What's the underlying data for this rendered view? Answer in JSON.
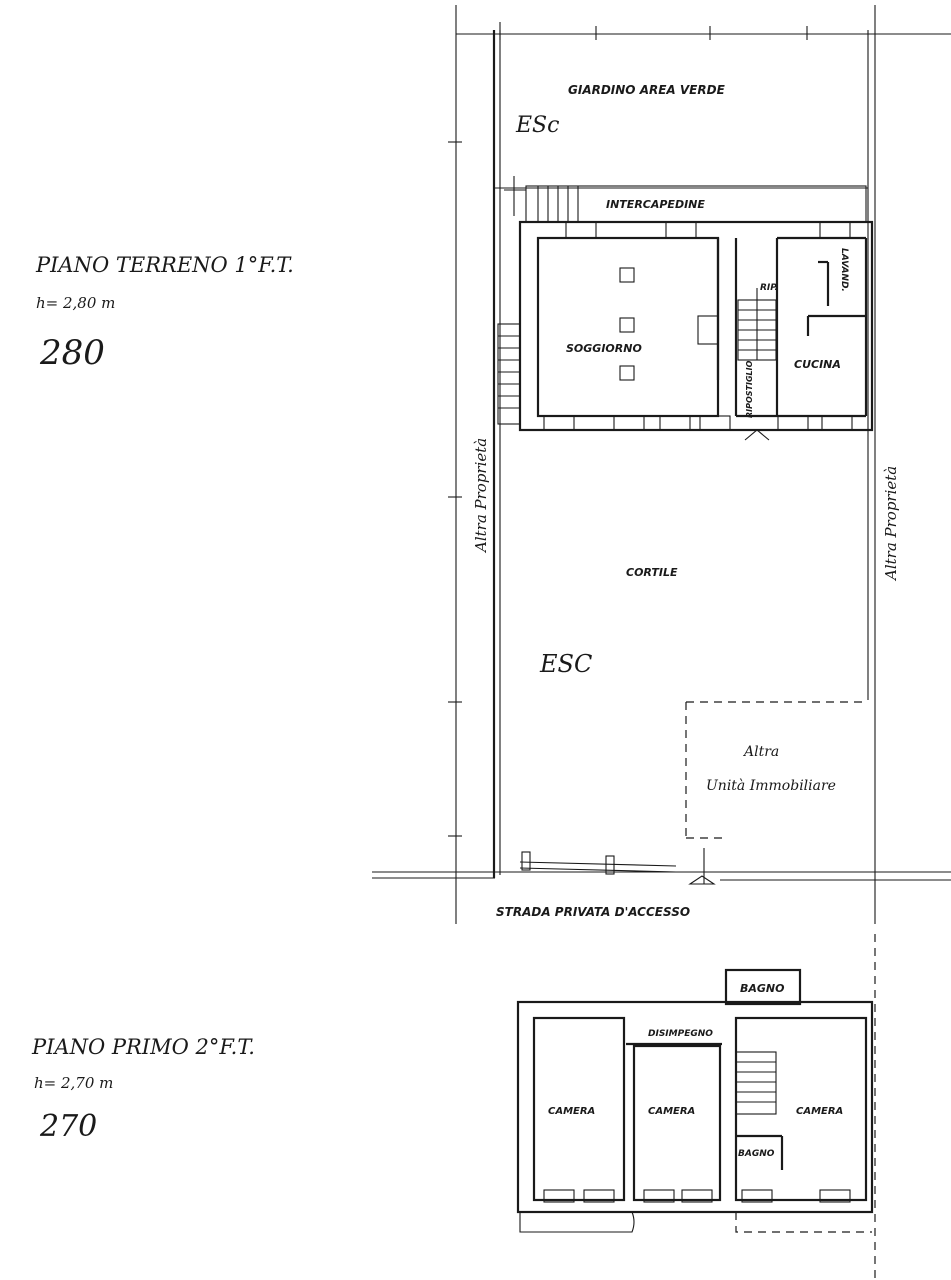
{
  "ground_floor": {
    "title": "PIANO TERRENO 1°F.T.",
    "height": "h= 2,80 m",
    "height_value": "280",
    "rooms": {
      "garden": "GIARDINO AREA VERDE",
      "esc_top": "ESc",
      "cavity": "INTERCAPEDINE",
      "living": "SOGGIORNO",
      "storage": "RIP.",
      "laundry": "LAVAND.",
      "kitchen": "CUCINA",
      "under_stair": "RIPOSTIGLIO",
      "courtyard": "CORTILE",
      "esc_courtyard": "ESC",
      "other_unit_1": "Altra",
      "other_unit_2": "Unità Immobiliare",
      "neighbor_left": "Altra Proprietà",
      "neighbor_right": "Altra Proprietà",
      "road": "STRADA PRIVATA D'ACCESSO"
    }
  },
  "first_floor": {
    "title": "PIANO PRIMO 2°F.T.",
    "height": "h= 2,70 m",
    "height_value": "270",
    "rooms": {
      "bath_top": "BAGNO",
      "hallway": "DISIMPEGNO",
      "bedroom_1": "CAMERA",
      "bedroom_2": "CAMERA",
      "bedroom_3": "CAMERA",
      "bath_small": "BAGNO"
    }
  }
}
